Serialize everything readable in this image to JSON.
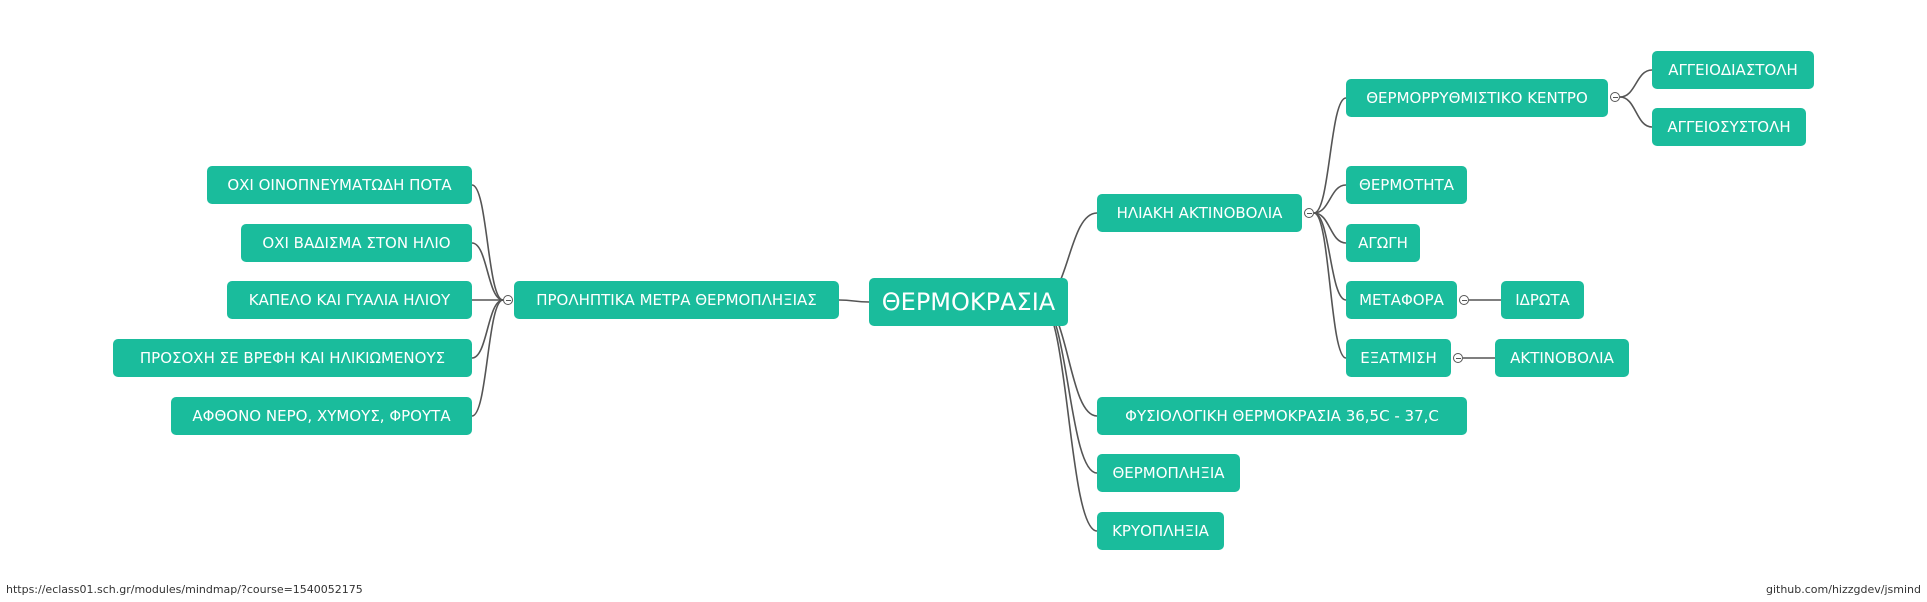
{
  "mindmap": {
    "root": "ΘΕΡΜΟΚΡΑΣΙΑ",
    "left": {
      "label": "ΠΡΟΛΗΠΤΙΚΑ ΜΕΤΡΑ ΘΕΡΜΟΠΛΗΞΙΑΣ",
      "children": [
        "ΟΧΙ ΟΙΝΟΠΝΕΥΜΑΤΩΔΗ ΠΟΤΑ",
        "ΟΧΙ ΒΑΔΙΣΜΑ ΣΤΟΝ ΗΛΙΟ",
        "ΚΑΠΕΛΟ ΚΑΙ ΓΥΑΛΙΑ ΗΛΙΟΥ",
        "ΠΡΟΣΟΧΗ ΣΕ ΒΡΕΦΗ ΚΑΙ ΗΛΙΚΙΩΜΕΝΟΥΣ",
        "ΑΦΘΟΝΟ ΝΕΡΟ, ΧΥΜΟΥΣ, ΦΡΟΥΤΑ"
      ]
    },
    "right": [
      {
        "label": "ΗΛΙΑΚΗ ΑΚΤΙΝΟΒΟΛΙΑ",
        "children": [
          {
            "label": "ΘΕΡΜΟΡΡΥΘΜΙΣΤΙΚΟ ΚΕΝΤΡΟ",
            "children": [
              "ΑΓΓΕΙΟΔΙΑΣΤΟΛΗ",
              "ΑΓΓΕΙΟΣΥΣΤΟΛΗ"
            ]
          },
          {
            "label": "ΘΕΡΜΟΤΗΤΑ",
            "children": []
          },
          {
            "label": "ΑΓΩΓΗ",
            "children": []
          },
          {
            "label": "ΜΕΤΑΦΟΡΑ",
            "children": [
              "ΙΔΡΩΤΑ"
            ]
          },
          {
            "label": "ΕΞΑΤΜΙΣΗ",
            "children": [
              "ΑΚΤΙΝΟΒΟΛΙΑ"
            ]
          }
        ]
      },
      {
        "label": "ΦΥΣΙΟΛΟΓΙΚΗ ΘΕΡΜΟΚΡΑΣΙΑ 36,5C - 37,C",
        "children": []
      },
      {
        "label": "ΘΕΡΜΟΠΛΗΞΙΑ",
        "children": []
      },
      {
        "label": "ΚΡΥΟΠΛΗΞΙΑ",
        "children": []
      }
    ]
  },
  "footer": {
    "left": "https://eclass01.sch.gr/modules/mindmap/?course=1540052175",
    "right": "github.com/hizzgdev/jsmind"
  },
  "colors": {
    "node": "#1abc9c",
    "text": "#ffffff",
    "line": "#555555"
  }
}
